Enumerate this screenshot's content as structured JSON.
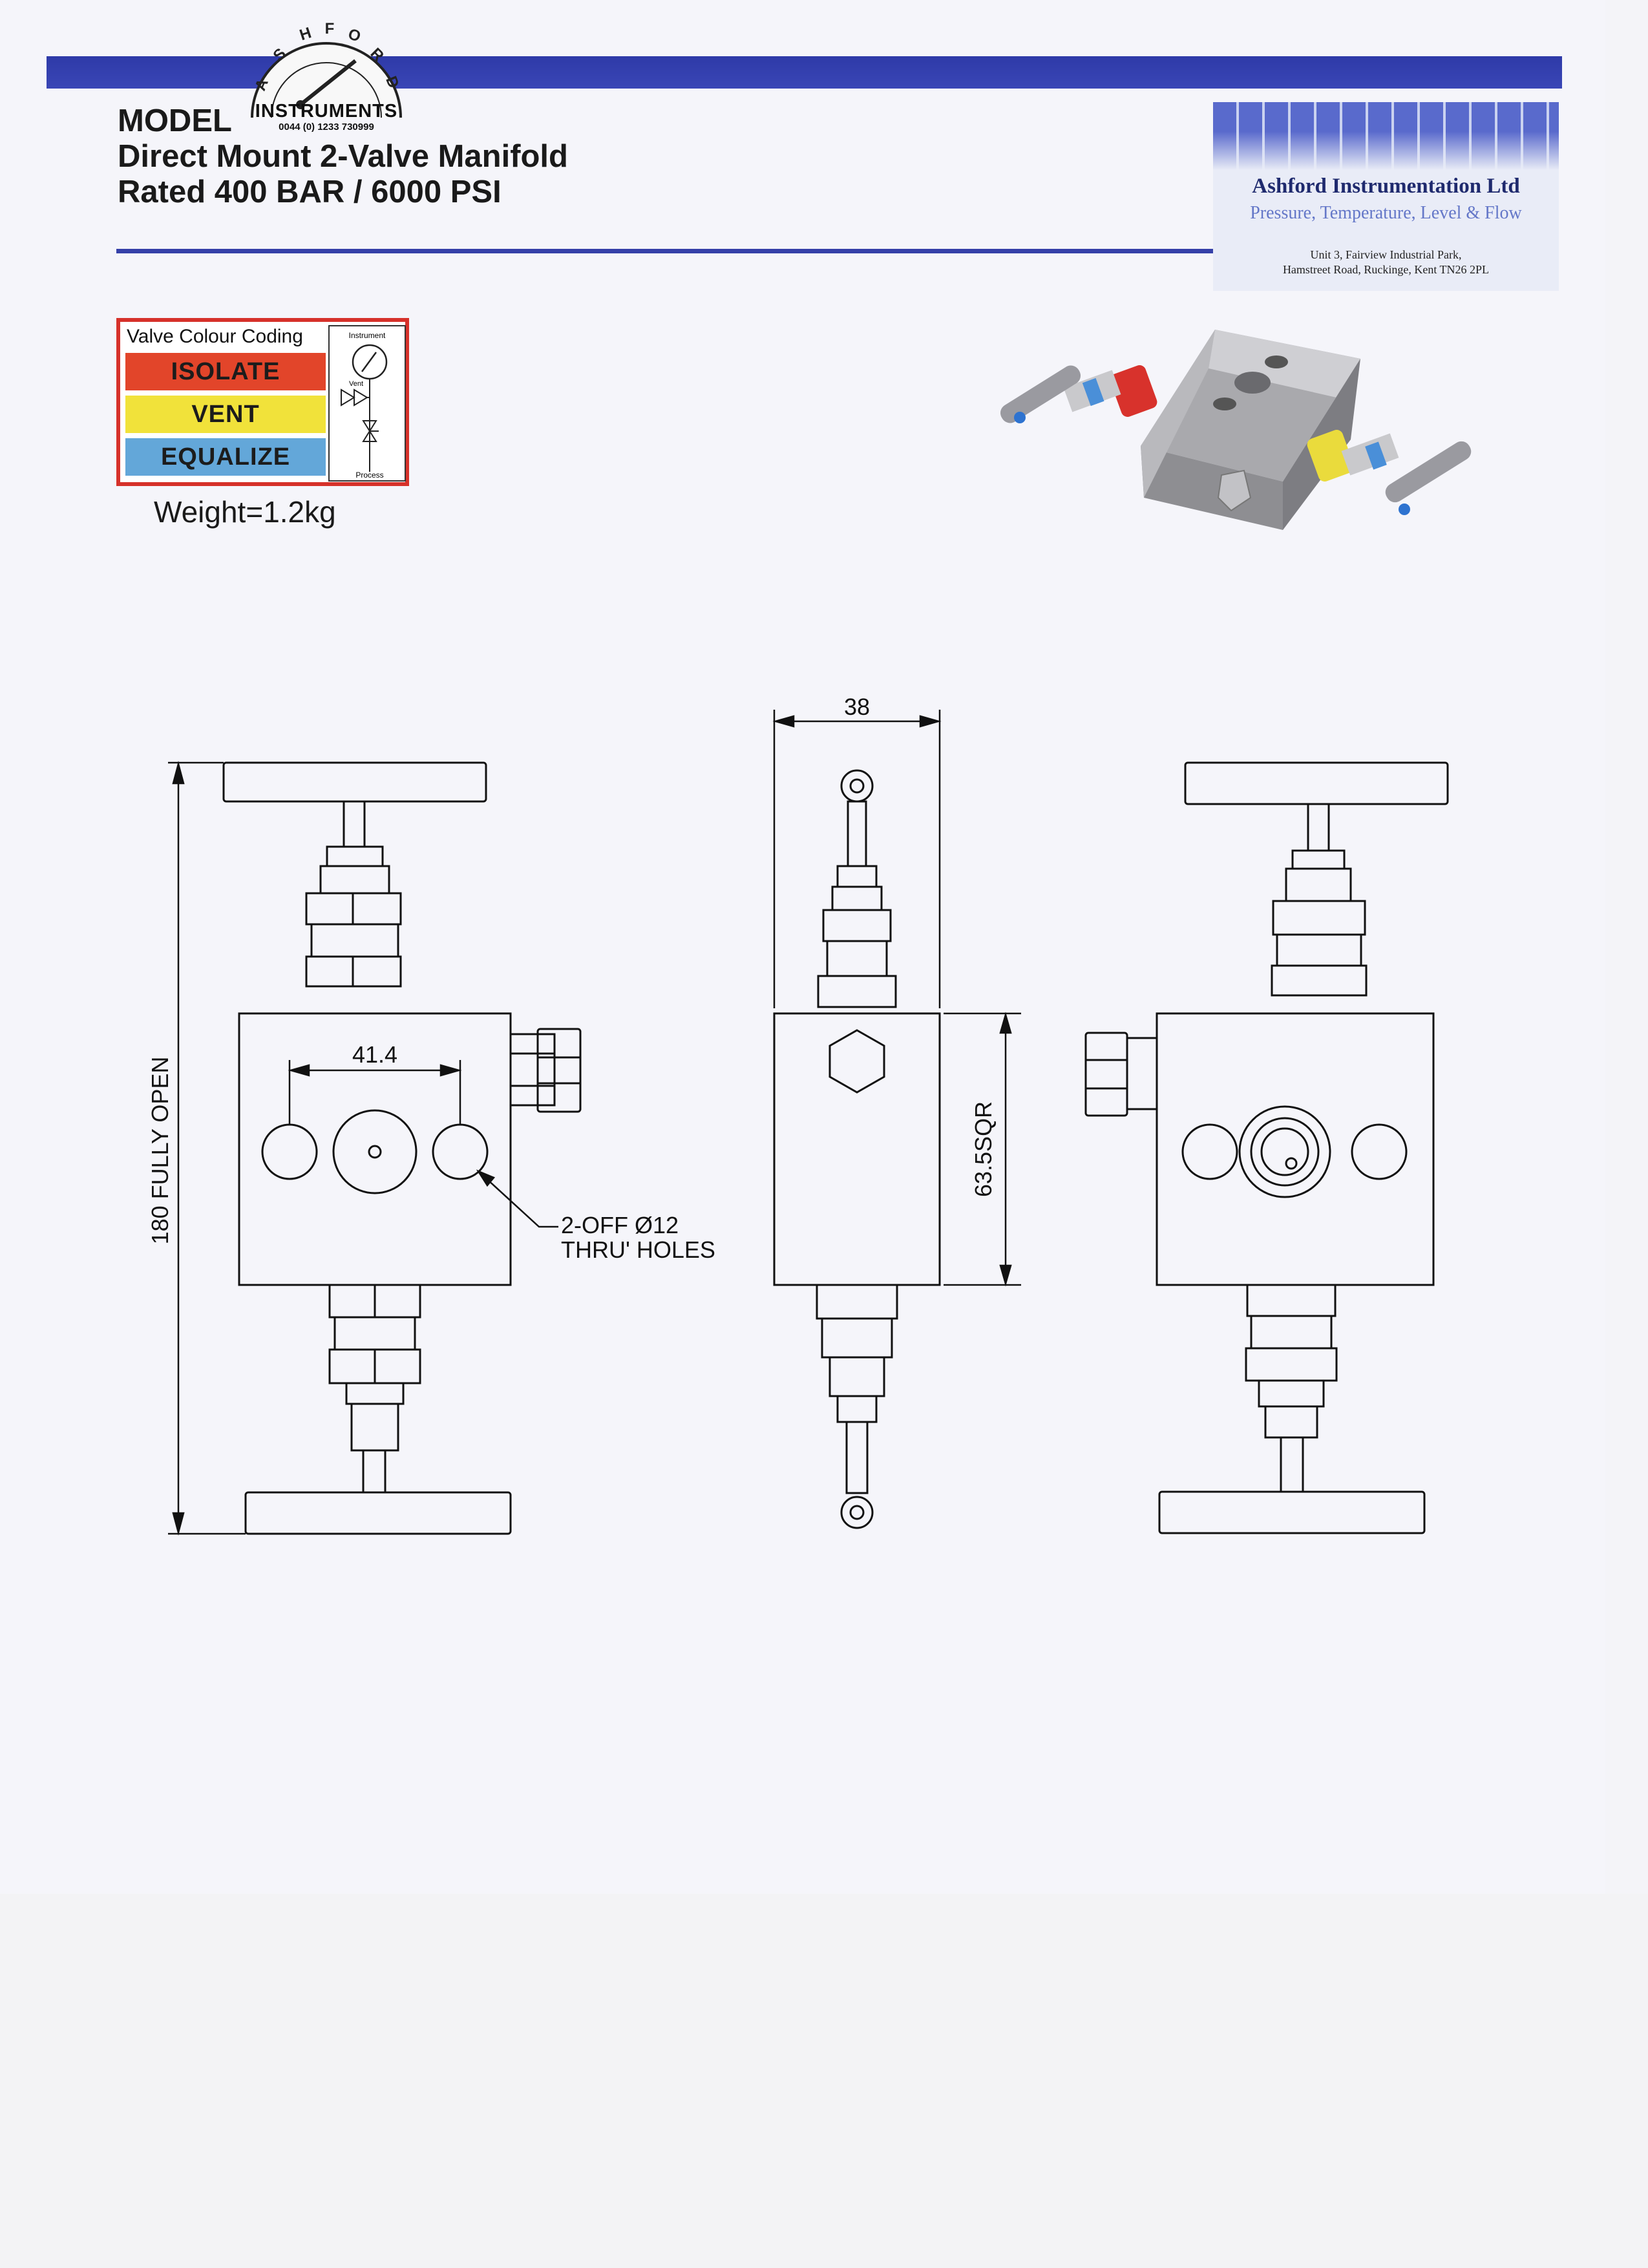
{
  "header": {
    "model_label": "MODEL",
    "product_line1": "Direct Mount 2-Valve Manifold",
    "product_line2": "Rated 400 BAR / 6000 PSI"
  },
  "logo": {
    "ring_letters": [
      "A",
      "S",
      "H",
      "F",
      "O",
      "R",
      "D"
    ],
    "name": "INSTRUMENTS",
    "phone": "0044 (0) 1233 730999"
  },
  "company": {
    "name": "Ashford Instrumentation Ltd",
    "tagline": "Pressure, Temperature, Level & Flow",
    "address_line1": "Unit 3, Fairview Industrial Park,",
    "address_line2": "Hamstreet Road, Ruckinge, Kent TN26 2PL"
  },
  "legend": {
    "caption": "Valve Colour Coding",
    "rows": [
      {
        "label": "ISOLATE",
        "color": "#e2452a"
      },
      {
        "label": "VENT",
        "color": "#f1e23a"
      },
      {
        "label": "EQUALIZE",
        "color": "#63a7d9"
      }
    ],
    "diagram_top_label": "Instrument",
    "diagram_side_label": "Vent",
    "diagram_bottom_label": "Process"
  },
  "weight": "Weight=1.2kg",
  "dimensions": {
    "overall_height": "180 FULLY OPEN",
    "hole_centres": "41.4",
    "width": "38",
    "body_square": "63.5SQR",
    "holes_line1": "2-OFF Ø12",
    "holes_line2": "THRU' HOLES"
  },
  "colors": {
    "brand_blue": "#3540a8",
    "legend_border": "#d6312a"
  }
}
